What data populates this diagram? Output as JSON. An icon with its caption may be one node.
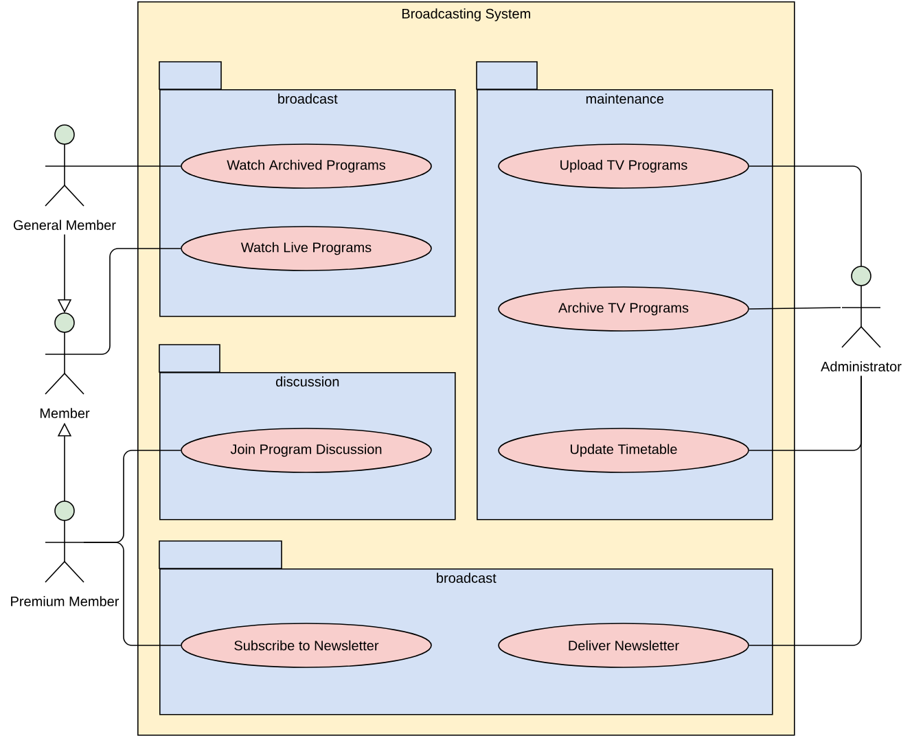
{
  "diagram": {
    "nodes": [
      {
        "text": [
          "Broadcasting System"
        ]
      },
      {
        "text": [
          "broadcast"
        ],
        "in": 0
      },
      {
        "text": [
          "Watch Archived Programs"
        ],
        "in": 1
      },
      {
        "text": [
          "Watch Live Programs"
        ],
        "in": 1
      },
      {
        "text": [
          "maintenance"
        ],
        "in": 0
      },
      {
        "text": [
          "Upload TV Programs"
        ],
        "in": 4
      },
      {
        "text": [
          "Archive TV Programs"
        ],
        "in": 4
      },
      {
        "text": [
          "Update Timetable"
        ],
        "in": 4
      },
      {
        "text": [
          "discussion"
        ],
        "in": 0
      },
      {
        "text": [
          "Join Program Discussion"
        ],
        "in": 8
      },
      {
        "text": [
          "broadcast"
        ],
        "in": 0
      },
      {
        "text": [
          "Subscribe to Newsletter"
        ],
        "in": 10
      },
      {
        "text": [
          "Deliver Newsletter"
        ],
        "in": 10
      },
      {
        "text": [
          "General Member"
        ]
      },
      {
        "text": [
          "Member"
        ]
      },
      {
        "text": [
          "Premium Member"
        ]
      },
      {
        "text": [
          "Administrator"
        ]
      }
    ],
    "edges": [
      {
        "from": 13,
        "to": 2,
        "arrow": "none"
      },
      {
        "from": 13,
        "to": 14,
        "arrow": "to"
      },
      {
        "from": 14,
        "to": 3,
        "arrow": "none"
      },
      {
        "from": 15,
        "to": 14,
        "arrow": "to"
      },
      {
        "from": 15,
        "to": 9,
        "arrow": "none"
      },
      {
        "from": 15,
        "to": 11,
        "arrow": "none"
      },
      {
        "from": 16,
        "to": 5,
        "arrow": "none"
      },
      {
        "from": 16,
        "to": 6,
        "arrow": "none"
      },
      {
        "from": 16,
        "to": 7,
        "arrow": "none"
      },
      {
        "from": 16,
        "to": 12,
        "arrow": "none"
      }
    ]
  }
}
